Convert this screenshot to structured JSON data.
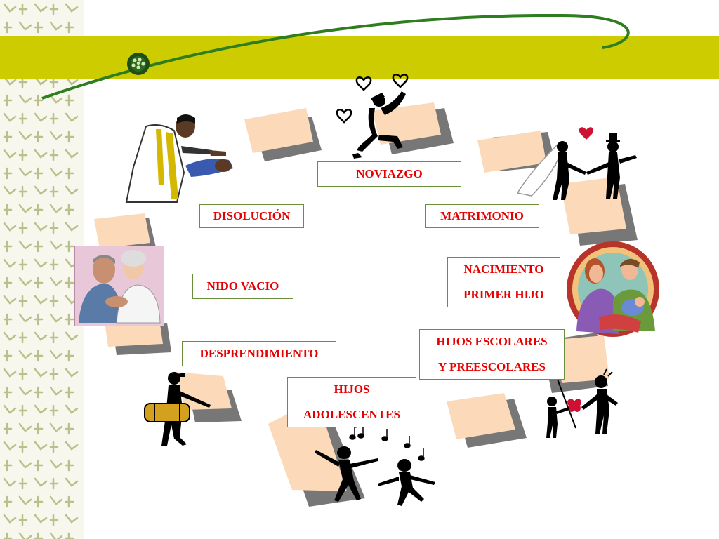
{
  "colors": {
    "band": "#cccc00",
    "arc": "#2e7d1e",
    "label_text": "#e60000",
    "label_border": "#6b8e3a",
    "tile": "#fcd9b8",
    "tile_shadow": "#777777",
    "pattern": "#b9c08a"
  },
  "stages": {
    "noviazgo": {
      "lines": [
        "NOVIAZGO"
      ]
    },
    "matrimonio": {
      "lines": [
        "MATRIMONIO"
      ]
    },
    "nacimiento": {
      "lines": [
        "NACIMIENTO",
        "PRIMER HIJO"
      ]
    },
    "escolares": {
      "lines": [
        "HIJOS ESCOLARES",
        "Y PREESCOLARES"
      ]
    },
    "adolescentes": {
      "lines": [
        "HIJOS",
        "ADOLESCENTES"
      ]
    },
    "desprendimiento": {
      "lines": [
        "DESPRENDIMIENTO"
      ]
    },
    "nido": {
      "lines": [
        "NIDO VACIO"
      ]
    },
    "disolucion": {
      "lines": [
        "DISOLUCIÓN"
      ]
    }
  },
  "icons": [
    "hearts-icon",
    "kneeling-suitor-icon",
    "wedding-couple-icon",
    "family-portrait-icon",
    "kids-with-flower-icon",
    "dancing-teens-icon",
    "traveler-with-bag-icon",
    "elderly-couple-icon",
    "priest-blessing-icon",
    "music-notes-icon"
  ]
}
